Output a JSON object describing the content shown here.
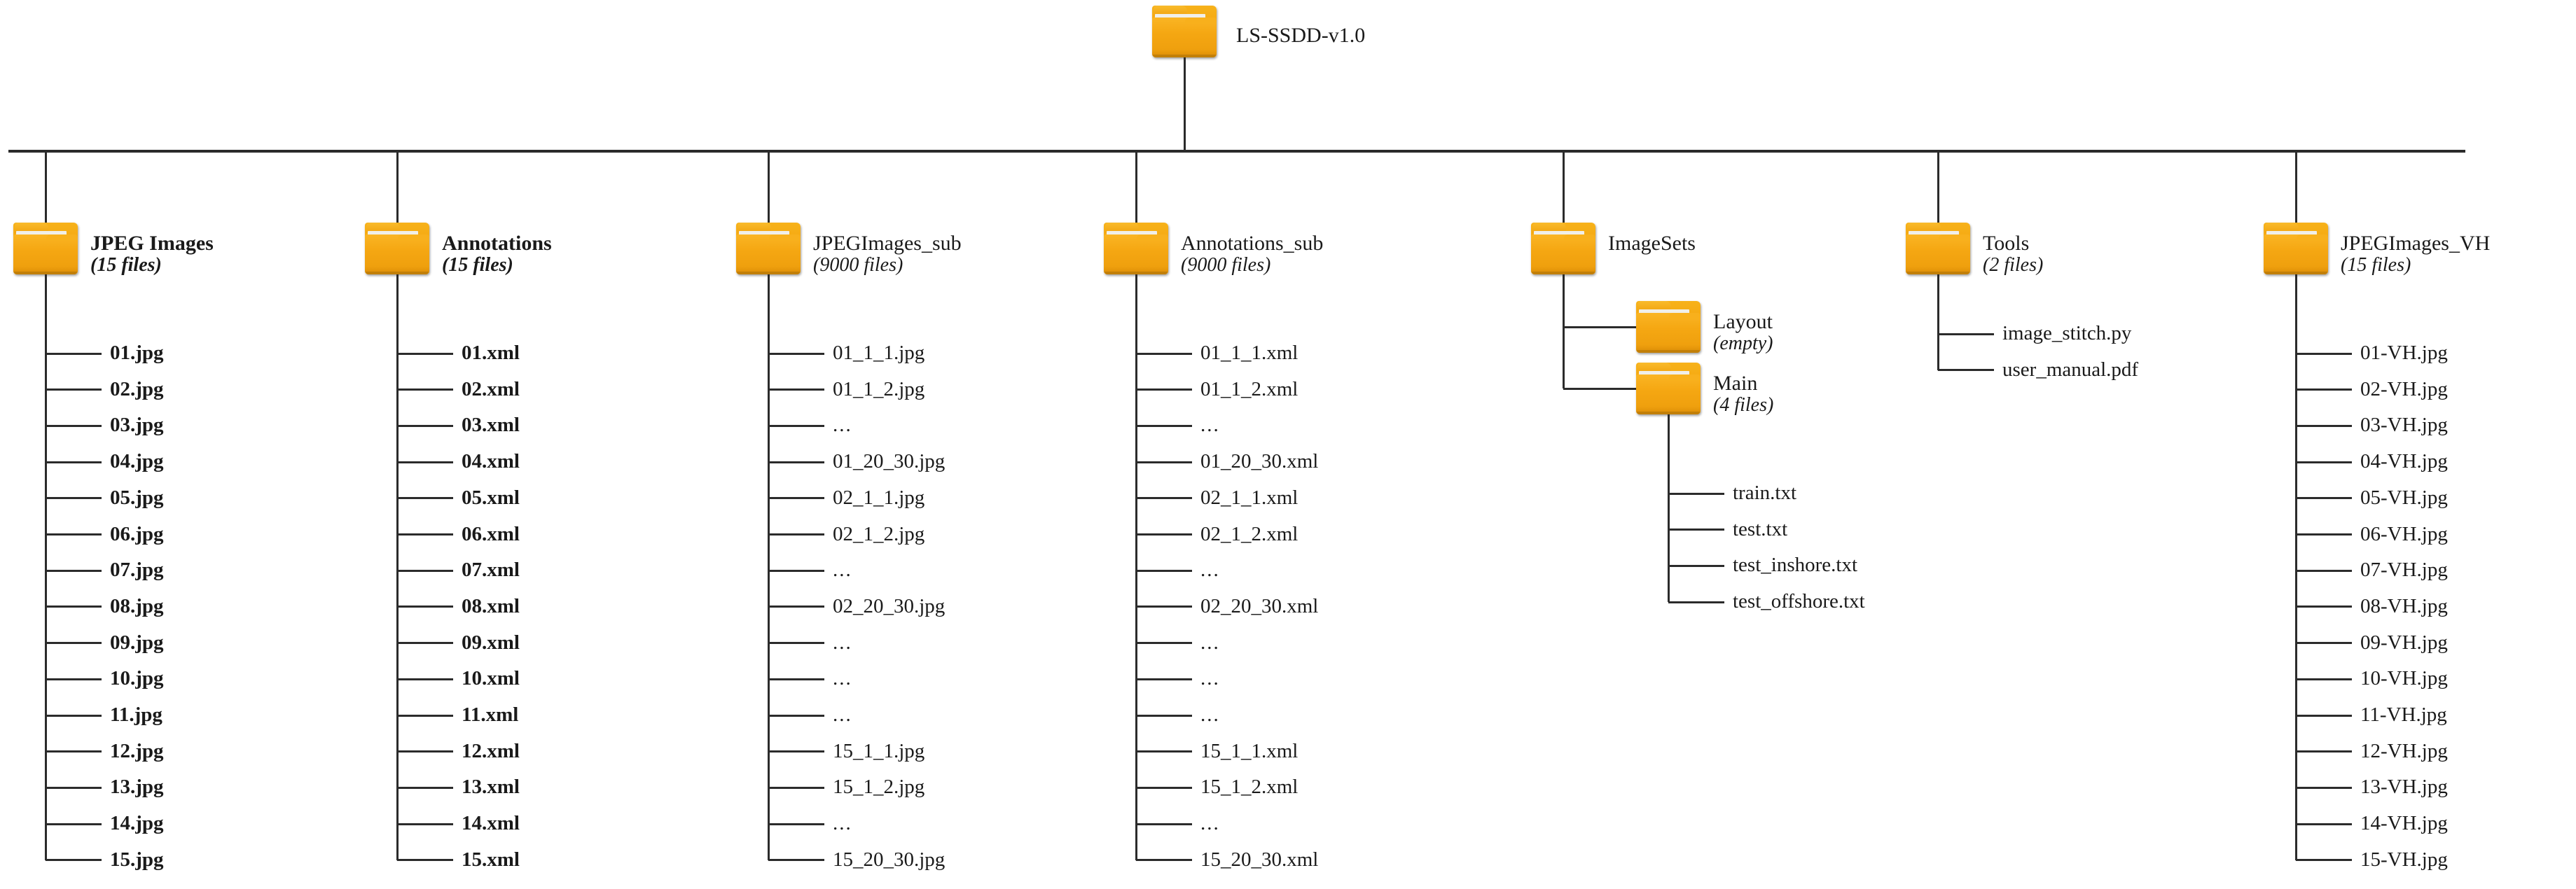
{
  "diagram": {
    "title": "LS-SSDD-v1.0 dataset directory tree",
    "type": "directory-tree",
    "line_color": "#2b2b2b",
    "folder_color": "#f5a712",
    "background": "#ffffff"
  },
  "root": {
    "label": "LS-SSDD-v1.0",
    "icon": "folder-icon"
  },
  "columns": [
    {
      "name": "JPEGImages",
      "label": "JPEG Images",
      "count": "(15 files)",
      "bold": true,
      "icon": "folder-icon",
      "leaves": [
        "01.jpg",
        "02.jpg",
        "03.jpg",
        "04.jpg",
        "05.jpg",
        "06.jpg",
        "07.jpg",
        "08.jpg",
        "09.jpg",
        "10.jpg",
        "11.jpg",
        "12.jpg",
        "13.jpg",
        "14.jpg",
        "15.jpg"
      ]
    },
    {
      "name": "Annotations",
      "label": "Annotations",
      "count": "(15 files)",
      "bold": true,
      "icon": "folder-icon",
      "leaves": [
        "01.xml",
        "02.xml",
        "03.xml",
        "04.xml",
        "05.xml",
        "06.xml",
        "07.xml",
        "08.xml",
        "09.xml",
        "10.xml",
        "11.xml",
        "12.xml",
        "13.xml",
        "14.xml",
        "15.xml"
      ]
    },
    {
      "name": "JPEGImages_sub",
      "label": "JPEGImages_sub",
      "count": "(9000 files)",
      "bold": false,
      "icon": "folder-icon",
      "leaves": [
        "01_1_1.jpg",
        "01_1_2.jpg",
        "...",
        "01_20_30.jpg",
        "02_1_1.jpg",
        "02_1_2.jpg",
        "...",
        "02_20_30.jpg",
        "...",
        "...",
        "...",
        "15_1_1.jpg",
        "15_1_2.jpg",
        "...",
        "15_20_30.jpg"
      ]
    },
    {
      "name": "Annotations_sub",
      "label": "Annotations_sub",
      "count": "(9000 files)",
      "bold": false,
      "icon": "folder-icon",
      "leaves": [
        "01_1_1.xml",
        "01_1_2.xml",
        "...",
        "01_20_30.xml",
        "02_1_1.xml",
        "02_1_2.xml",
        "...",
        "02_20_30.xml",
        "...",
        "...",
        "...",
        "15_1_1.xml",
        "15_1_2.xml",
        "...",
        "15_20_30.xml"
      ]
    },
    {
      "name": "ImageSets",
      "label": "ImageSets",
      "count": "",
      "bold": false,
      "icon": "folder-icon",
      "leaves": [],
      "subfolders": [
        {
          "name": "Layout",
          "label": "Layout",
          "count": "(empty)",
          "icon": "folder-icon",
          "leaves": []
        },
        {
          "name": "Main",
          "label": "Main",
          "count": "(4 files)",
          "icon": "folder-icon",
          "leaves": [
            "train.txt",
            "test.txt",
            "test_inshore.txt",
            "test_offshore.txt"
          ]
        }
      ]
    },
    {
      "name": "Tools",
      "label": "Tools",
      "count": "(2 files)",
      "bold": false,
      "icon": "folder-icon",
      "leaves": [
        "image_stitch.py",
        "user_manual.pdf"
      ]
    },
    {
      "name": "JPEGImages_VH",
      "label": "JPEGImages_VH",
      "count": "(15 files)",
      "bold": false,
      "icon": "folder-icon",
      "leaves": [
        "01-VH.jpg",
        "02-VH.jpg",
        "03-VH.jpg",
        "04-VH.jpg",
        "05-VH.jpg",
        "06-VH.jpg",
        "07-VH.jpg",
        "08-VH.jpg",
        "09-VH.jpg",
        "10-VH.jpg",
        "11-VH.jpg",
        "12-VH.jpg",
        "13-VH.jpg",
        "14-VH.jpg",
        "15-VH.jpg"
      ]
    }
  ]
}
